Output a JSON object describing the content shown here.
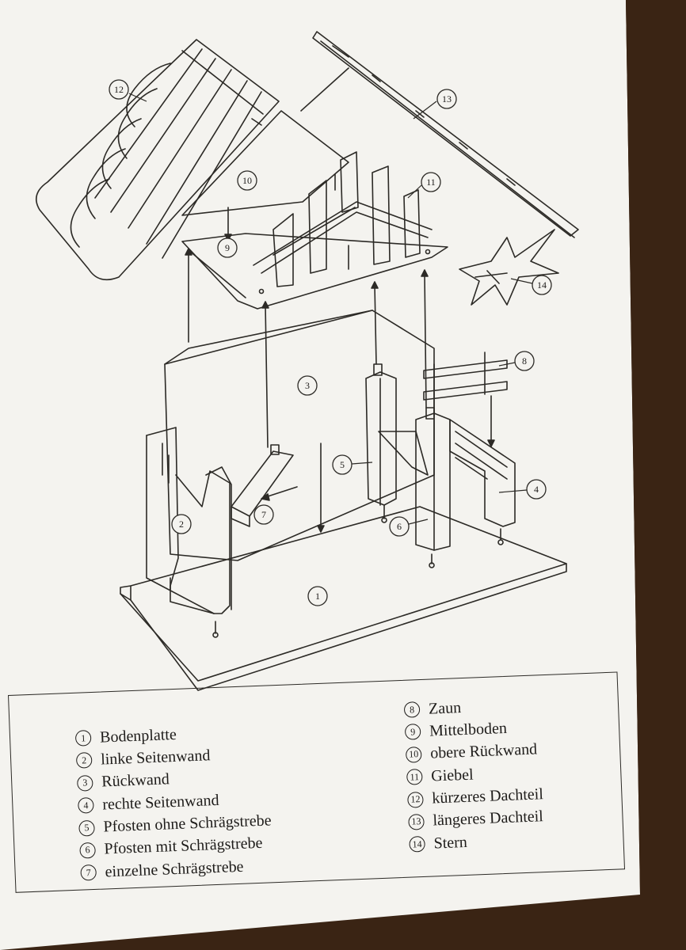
{
  "callouts": [
    {
      "num": "1"
    },
    {
      "num": "2"
    },
    {
      "num": "3"
    },
    {
      "num": "4"
    },
    {
      "num": "5"
    },
    {
      "num": "6"
    },
    {
      "num": "7"
    },
    {
      "num": "8"
    },
    {
      "num": "9"
    },
    {
      "num": "10"
    },
    {
      "num": "11"
    },
    {
      "num": "12"
    },
    {
      "num": "13"
    },
    {
      "num": "14"
    }
  ],
  "legend": {
    "left": [
      {
        "num": "1",
        "label": "Bodenplatte"
      },
      {
        "num": "2",
        "label": "linke Seitenwand"
      },
      {
        "num": "3",
        "label": "Rückwand"
      },
      {
        "num": "4",
        "label": "rechte Seitenwand"
      },
      {
        "num": "5",
        "label": "Pfosten ohne Schrägstrebe"
      },
      {
        "num": "6",
        "label": "Pfosten mit Schrägstrebe"
      },
      {
        "num": "7",
        "label": "einzelne Schrägstrebe"
      }
    ],
    "right": [
      {
        "num": "8",
        "label": "Zaun"
      },
      {
        "num": "9",
        "label": "Mittelboden"
      },
      {
        "num": "10",
        "label": "obere Rückwand"
      },
      {
        "num": "11",
        "label": "Giebel"
      },
      {
        "num": "12",
        "label": "kürzeres Dachteil"
      },
      {
        "num": "13",
        "label": "längeres Dachteil"
      },
      {
        "num": "14",
        "label": "Stern"
      }
    ]
  },
  "colors": {
    "paper": "#f4f3ef",
    "ink": "#2c2a26",
    "table": "#3a2414"
  }
}
